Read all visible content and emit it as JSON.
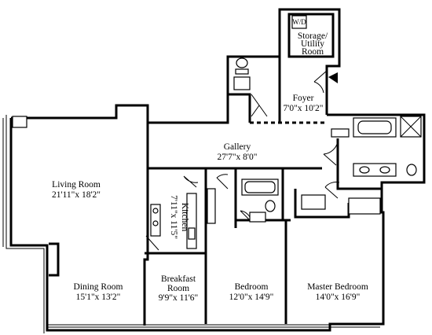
{
  "rooms": {
    "living": {
      "name": "Living Room",
      "dims": "21'11\"x 18'2\""
    },
    "dining": {
      "name": "Dining Room",
      "dims": "15'1\"x 13'2\""
    },
    "gallery": {
      "name": "Gallery",
      "dims": "27'7\"x 8'0\""
    },
    "foyer": {
      "name": "Foyer",
      "dims": "7'0\"x 10'2\""
    },
    "storage": {
      "name_line1": "Storage/",
      "name_line2": "Utility",
      "name_line3": "Room",
      "wd": "W/D"
    },
    "kitchen": {
      "name": "Kitchen",
      "dims": "7'11\"x 11'5\""
    },
    "breakfast": {
      "name_line1": "Breakfast",
      "name_line2": "Room",
      "dims": "9'9\"x 11'6\""
    },
    "bedroom": {
      "name": "Bedroom",
      "dims": "12'0\"x 14'9\""
    },
    "master": {
      "name": "Master Bedroom",
      "dims": "14'0\"x 16'9\""
    }
  }
}
